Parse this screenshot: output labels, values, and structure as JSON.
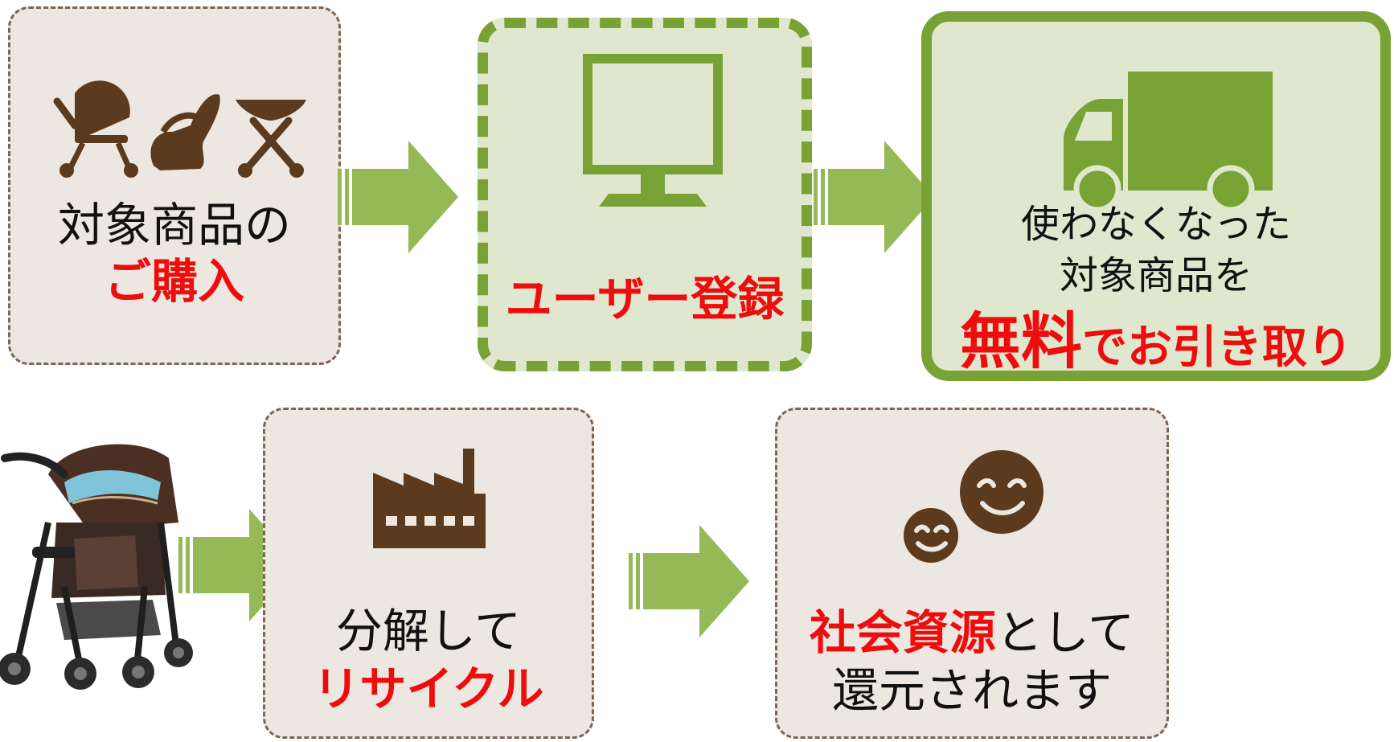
{
  "colors": {
    "accent_red": "#ee0c0c",
    "brown": "#5c3a1e",
    "green": "#79a235",
    "arrow_green": "#95b956",
    "beige_fill": "#ede7e1",
    "green_fill": "#dfe8cf"
  },
  "steps": [
    {
      "icon": "baby-products-icon",
      "line1": "対象商品の",
      "line2": "ご購入"
    },
    {
      "icon": "monitor-icon",
      "line1": "ユーザー登録"
    },
    {
      "icon": "truck-icon",
      "line1": "使わなくなった",
      "line2": "対象商品を",
      "line3_red": "無料",
      "line3_rest": "でお引き取り"
    },
    {
      "icon": "factory-icon",
      "line1": "分解して",
      "line2": "リサイクル"
    },
    {
      "icon": "smiling-faces-icon",
      "line1_red": "社会資源",
      "line1_rest": "として",
      "line2": "還元されます"
    }
  ],
  "illustration": "stroller-photo"
}
